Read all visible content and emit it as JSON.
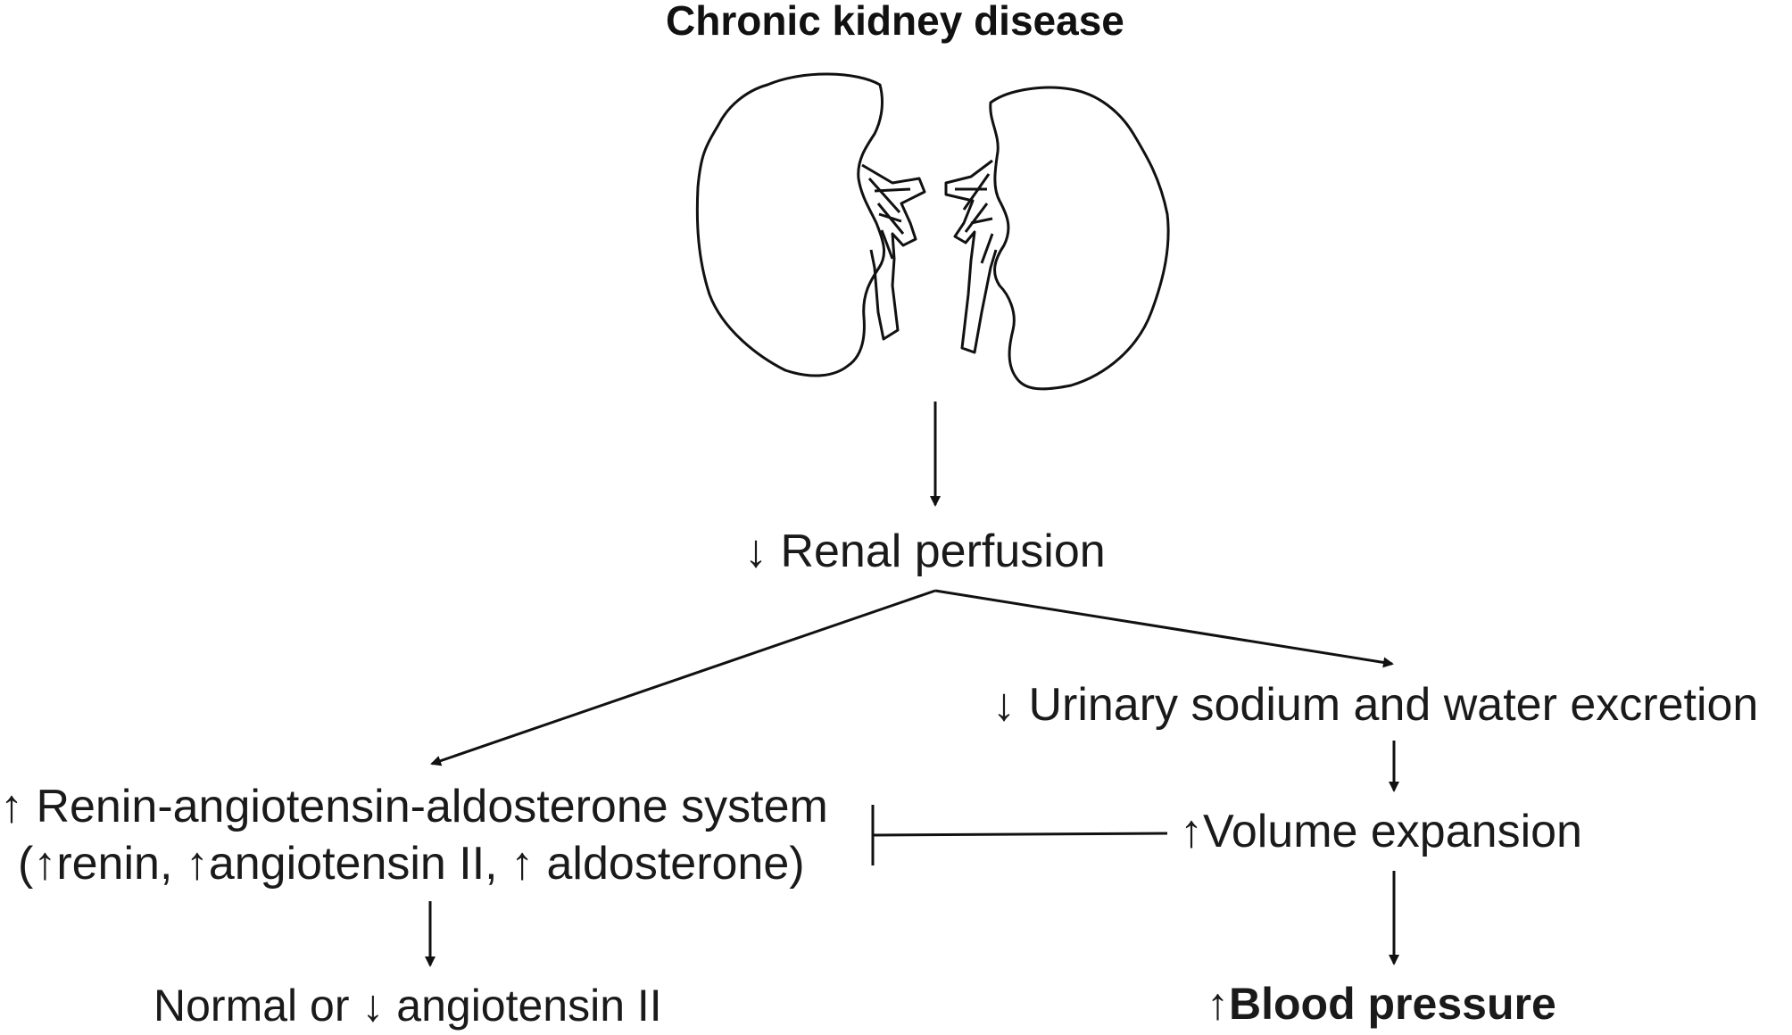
{
  "title": "Chronic kidney disease",
  "nodes": {
    "renal_perfusion": "↓ Renal perfusion",
    "urinary_excretion": "↓ Urinary sodium and water excretion",
    "raas_line1": "↑ Renin-angiotensin-aldosterone system",
    "raas_line2": "(↑renin, ↑angiotensin II, ↑ aldosterone)",
    "volume_expansion": "↑Volume expansion",
    "normal_angiotensin": "Normal or ↓ angiotensin II",
    "blood_pressure_arrow": "↑",
    "blood_pressure": "Blood pressure"
  },
  "icons": {
    "kidney": "kidney-icon"
  }
}
